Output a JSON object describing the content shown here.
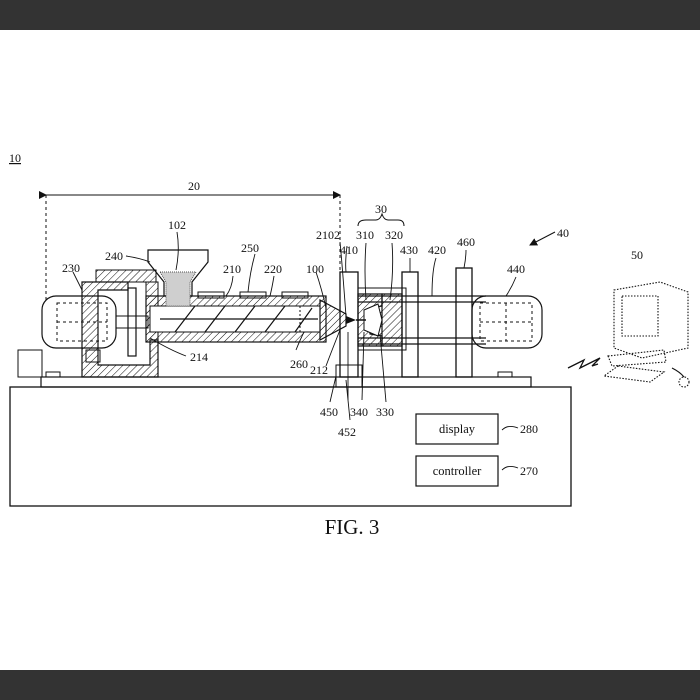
{
  "figure": {
    "caption": "FIG. 3",
    "colors": {
      "line": "#111111",
      "background": "#ffffff",
      "frame": "#333333"
    }
  },
  "labels": {
    "system": "10",
    "injection_unit": "20",
    "mold": "30",
    "clamping_unit": "40",
    "computer": "50",
    "hopper_resin": "102",
    "resin": "100",
    "cylinder": "210",
    "nozzle": "212",
    "screw_shaft": "214",
    "screw": "220",
    "drive": "230",
    "hopper": "240",
    "heater": "250",
    "check_ring": "260",
    "nozzle_tip": "2102",
    "mold_fixed": "310",
    "mold_movable": "320",
    "cavity": "330",
    "sprue": "340",
    "fixed_platen": "410",
    "movable_platen": "420",
    "tie_bar": "430",
    "clamp_drive": "440",
    "rear_platen": "460",
    "sensor": "450",
    "sensor_sub": "452"
  },
  "boxes": {
    "display": {
      "text": "display",
      "ref": "280"
    },
    "controller": {
      "text": "controller",
      "ref": "270"
    }
  }
}
